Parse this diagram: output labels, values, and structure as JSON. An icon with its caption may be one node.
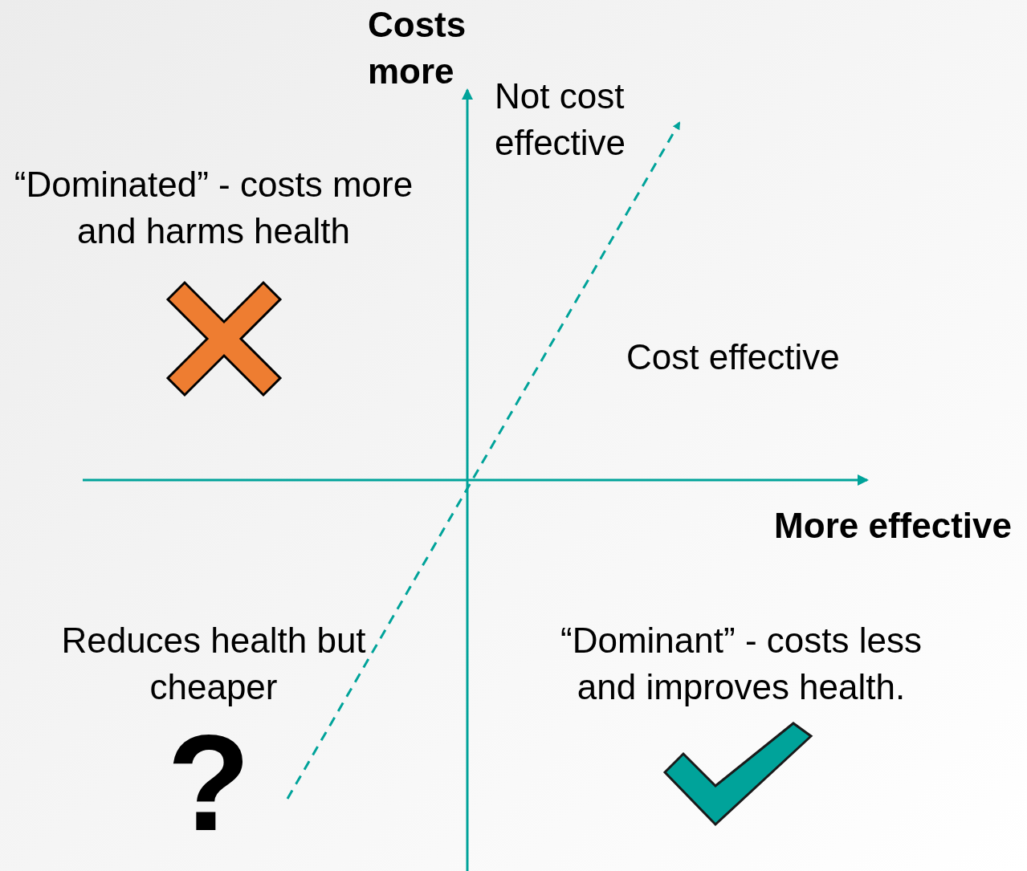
{
  "diagram": {
    "labels": [
      "Costs more",
      "Not cost effective",
      "“Dominated” - costs more and harms health",
      "Cost effective",
      "More effective",
      "Reduces health but cheaper",
      "“Dominant” - costs less and improves health.",
      "?"
    ]
  }
}
